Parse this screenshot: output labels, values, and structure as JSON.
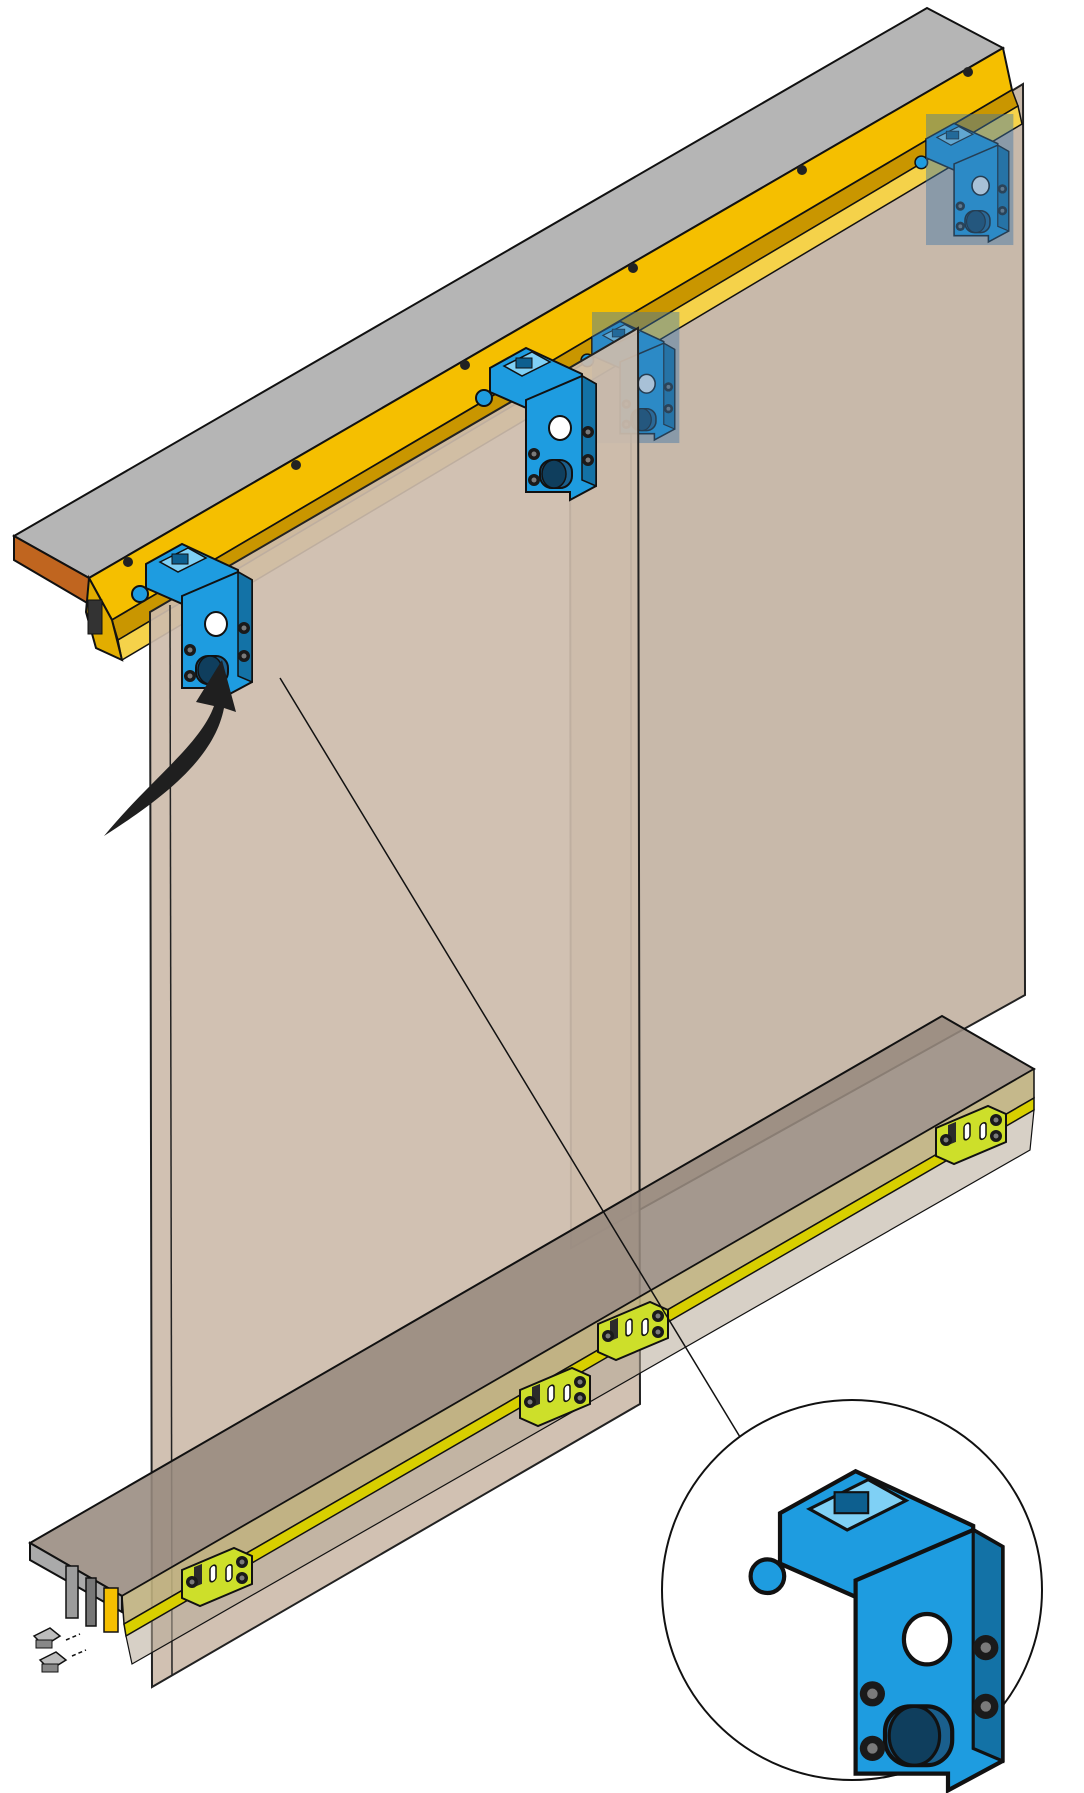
{
  "colors": {
    "background": "#ffffff",
    "rail_top_gray": "#b4b4b4",
    "rail_yellow": "#f5bf00",
    "rail_yellow_dark": "#c99600",
    "rail_wood_end": "#c0651f",
    "glass_back": "#c8b8a8",
    "glass_front": "#cdbcab",
    "bottom_rail_top": "#978a7e",
    "bottom_rail_front": "#bdb07f",
    "bottom_stripe": "#d8cf00",
    "carriage_blue": "#1e9ce0",
    "carriage_blue_dark": "#3f76a6",
    "guide_yellow": "#cddf2a",
    "outline": "#111111"
  },
  "parts": {
    "top_rail": "top-track",
    "bottom_rail": "bottom-guide-track",
    "front_panel": "front-sliding-panel",
    "back_panel": "back-sliding-panel",
    "carriages": [
      "carriage-front-left",
      "carriage-front-right",
      "carriage-back-left",
      "carriage-back-right"
    ],
    "bottom_guides": [
      "guide-1",
      "guide-2",
      "guide-3",
      "guide-4"
    ],
    "end_caps": [
      "end-cap-1",
      "end-cap-2"
    ]
  }
}
